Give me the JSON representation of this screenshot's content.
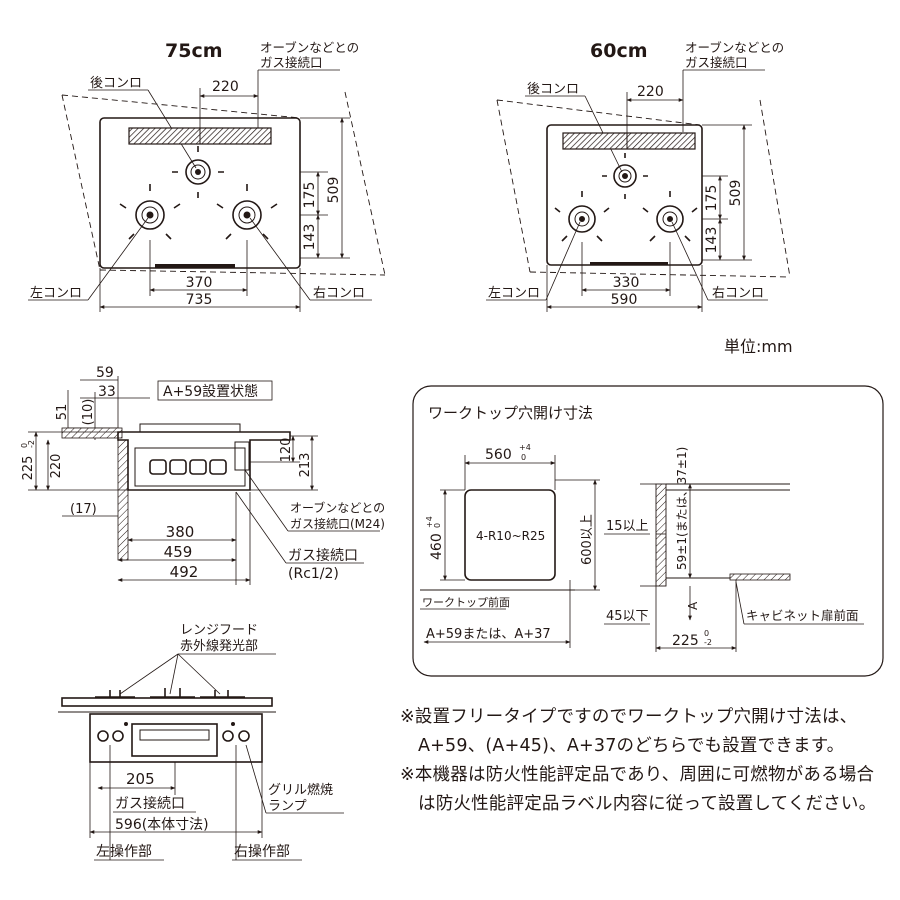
{
  "top75": {
    "title": "75cm",
    "gas_label_1": "オーブンなどとの",
    "gas_label_2": "ガス接続口",
    "rear_burner": "後コンロ",
    "dim_220": "220",
    "dim_175": "175",
    "dim_509": "509",
    "dim_143": "143",
    "dim_370": "370",
    "dim_735": "735",
    "left_burner": "左コンロ",
    "right_burner": "右コンロ"
  },
  "top60": {
    "title": "60cm",
    "gas_label_1": "オーブンなどとの",
    "gas_label_2": "ガス接続口",
    "rear_burner": "後コンロ",
    "dim_220": "220",
    "dim_175": "175",
    "dim_509": "509",
    "dim_143": "143",
    "dim_330": "330",
    "dim_590": "590",
    "left_burner": "左コンロ",
    "right_burner": "右コンロ"
  },
  "unit_label": "単位:mm",
  "side": {
    "dim_59": "59",
    "dim_33": "33",
    "state_label": "A+59設置状態",
    "dim_51": "51",
    "dim_10": "(10)",
    "dim_225": "225",
    "dim_225_tol_top": "0",
    "dim_225_tol_bot": "-2",
    "dim_220": "220",
    "dim_120": "120",
    "dim_213": "213",
    "dim_17": "(17)",
    "gas_label_1": "オーブンなどとの",
    "gas_label_2": "ガス接続口(M24)",
    "dim_380": "380",
    "dim_459": "459",
    "dim_492": "492",
    "gas_conn_1": "ガス接続口",
    "gas_conn_2": "(Rc1/2)"
  },
  "front": {
    "hood_1": "レンジフード",
    "hood_2": "赤外線発光部",
    "dim_205": "205",
    "gas_conn": "ガス接続口",
    "body_dim": "596(本体寸法)",
    "left_op": "左操作部",
    "right_op": "右操作部",
    "grill_1": "グリル燃焼",
    "grill_2": "ランプ"
  },
  "cutout": {
    "title": "ワークトップ穴開け寸法",
    "dim_560": "560",
    "dim_560_tol_top": "+4",
    "dim_560_tol_bot": "0",
    "dim_460": "460",
    "dim_460_tol_top": "+4",
    "dim_460_tol_bot": "0",
    "radius": "4-R10~R25",
    "dim_600": "600以上",
    "front_edge": "ワークトップ前面",
    "a_values": "A+59または、A+37",
    "dim_15": "15以上",
    "dim_59_37": "59±1(または、37±1)",
    "dim_45": "45以下",
    "a_label": "A",
    "cabinet": "キャビネット扉前面",
    "dim_225": "225",
    "dim_225_tol_top": "0",
    "dim_225_tol_bot": "-2"
  },
  "notes": [
    "※設置フリータイプですのでワークトップ穴開け寸法は、A+59、(A+45)、A+37のどちらでも設置できます。",
    "※本機器は防火性能評定品であり、周囲に可燃物がある場合は防火性能評定品ラベル内容に従って設置してください。"
  ]
}
